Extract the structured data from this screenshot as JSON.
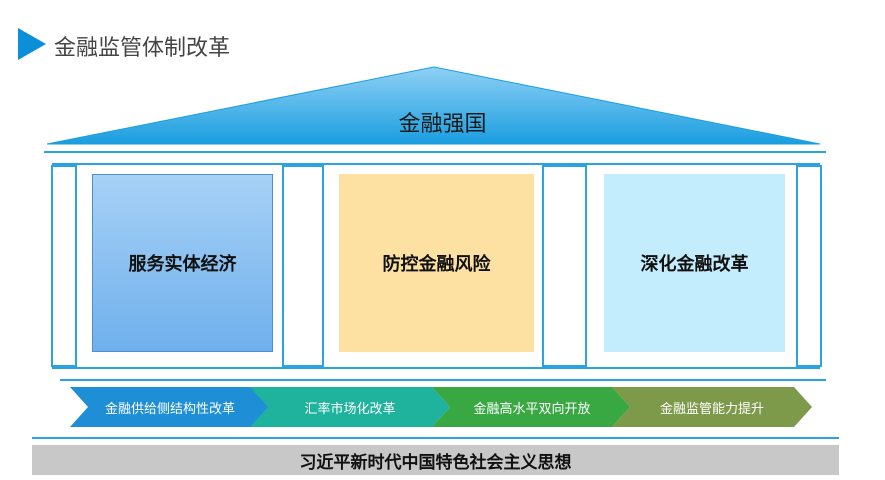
{
  "page_title": "金融监管体制改革",
  "roof_label": "金融强国",
  "pillars": [
    {
      "label": "服务实体经济"
    },
    {
      "label": "防控金融风险"
    },
    {
      "label": "深化金融改革"
    }
  ],
  "steps": [
    {
      "label": "金融供给侧结构性改革",
      "color": "#1e8fd6"
    },
    {
      "label": "汇率市场化改革",
      "color": "#1fb39e"
    },
    {
      "label": "金融高水平双向开放",
      "color": "#39a843"
    },
    {
      "label": "金融监管能力提升",
      "color": "#7d9a4a"
    }
  ],
  "foundation": "习近平新时代中国特色社会主义思想",
  "colors": {
    "accent": "#0b8fd8",
    "roof": "#1a9ee0",
    "line": "#2aa3e0",
    "base": "#c8c8c8"
  }
}
